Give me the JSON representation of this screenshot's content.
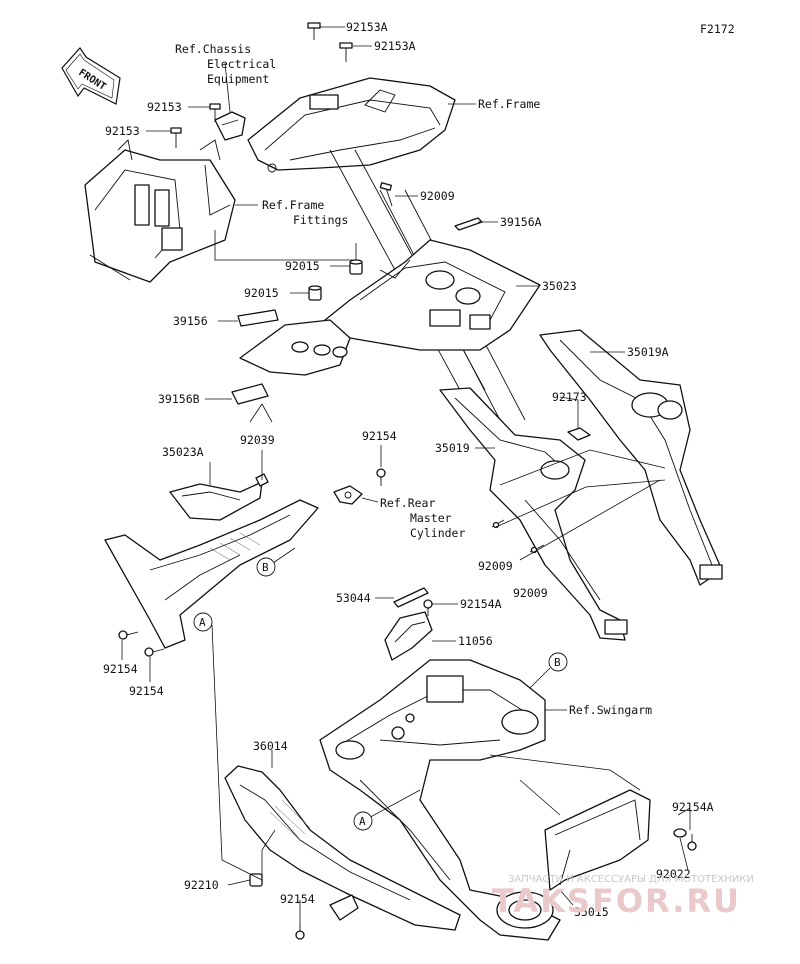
{
  "diagram_code": "F2172",
  "front_label": "FRONT",
  "refs": {
    "chassis": [
      "Ref.Chassis",
      "Electrical",
      "Equipment"
    ],
    "frame": "Ref.Frame",
    "frame_fittings": [
      "Ref.Frame",
      "Fittings"
    ],
    "rear_master_cylinder": [
      "Ref.Rear",
      "Master",
      "Cylinder"
    ],
    "swingarm": "Ref.Swingarm"
  },
  "callouts": {
    "a1": "A",
    "a2": "A",
    "b1": "B",
    "b2": "B"
  },
  "parts": {
    "p92153a_1": "92153A",
    "p92153a_2": "92153A",
    "p92153_1": "92153",
    "p92153_2": "92153",
    "p92009_1": "92009",
    "p39156a": "39156A",
    "p92015_1": "92015",
    "p35023": "35023",
    "p92015_2": "92015",
    "p35019a": "35019A",
    "p39156": "39156",
    "p39156b": "39156B",
    "p92173": "92173",
    "p92039": "92039",
    "p92154_top": "92154",
    "p35023a": "35023A",
    "p35019": "35019",
    "p92009_2": "92009",
    "p92009_3": "92009",
    "p53044": "53044",
    "p92154a_1": "92154A",
    "p11056": "11056",
    "p92154_l1": "92154",
    "p92154_l2": "92154",
    "p36014": "36014",
    "p92154a_2": "92154A",
    "p92022": "92022",
    "p92210": "92210",
    "p92154_bot": "92154",
    "p35015": "35015"
  },
  "watermark": {
    "line1": "ЗАПЧАСТИ И АКСЕССУАРЫ ДЛЯ МОТОТЕХНИКИ",
    "line2": "TAKSFOR.RU"
  }
}
